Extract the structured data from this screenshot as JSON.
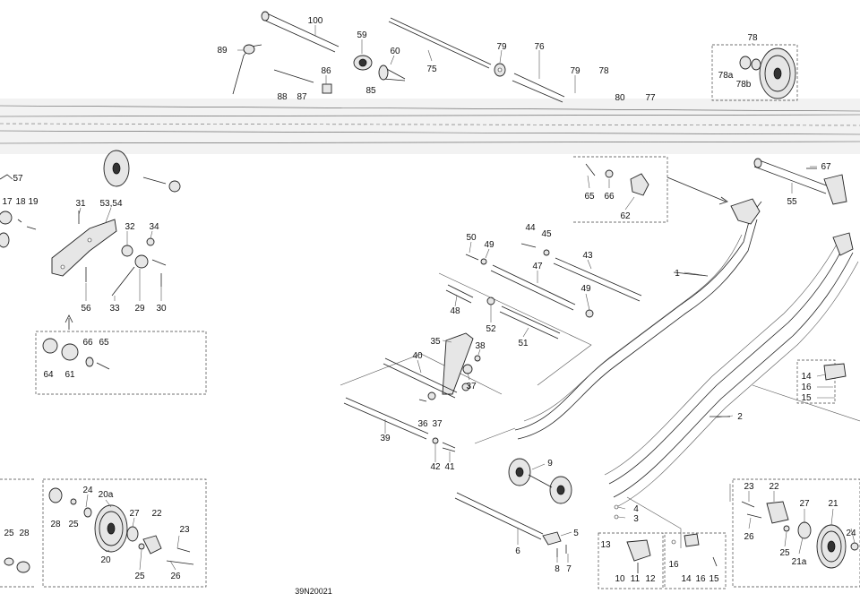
{
  "diagram": {
    "figure_code": "39N20021",
    "labels": [
      "100",
      "59",
      "60",
      "89",
      "75",
      "79",
      "76",
      "78",
      "79",
      "78",
      "86",
      "88",
      "87",
      "85",
      "80",
      "77",
      "78a",
      "78b",
      "57",
      "17",
      "18",
      "19",
      "31",
      "53,54",
      "32",
      "34",
      "56",
      "33",
      "29",
      "30",
      "64",
      "61",
      "66",
      "65",
      "65",
      "66",
      "62",
      "67",
      "55",
      "50",
      "49",
      "44",
      "45",
      "47",
      "43",
      "1",
      "49",
      "48",
      "52",
      "51",
      "35",
      "38",
      "40",
      "37",
      "36",
      "37",
      "39",
      "42",
      "41",
      "9",
      "2",
      "14",
      "16",
      "15",
      "24",
      "20a",
      "27",
      "22",
      "28",
      "25",
      "25",
      "28",
      "20",
      "25",
      "26",
      "23",
      "4",
      "3",
      "5",
      "6",
      "8",
      "7",
      "13",
      "10",
      "11",
      "12",
      "16",
      "14",
      "16",
      "15",
      "23",
      "22",
      "27",
      "21",
      "26",
      "25",
      "21a",
      "24"
    ]
  }
}
